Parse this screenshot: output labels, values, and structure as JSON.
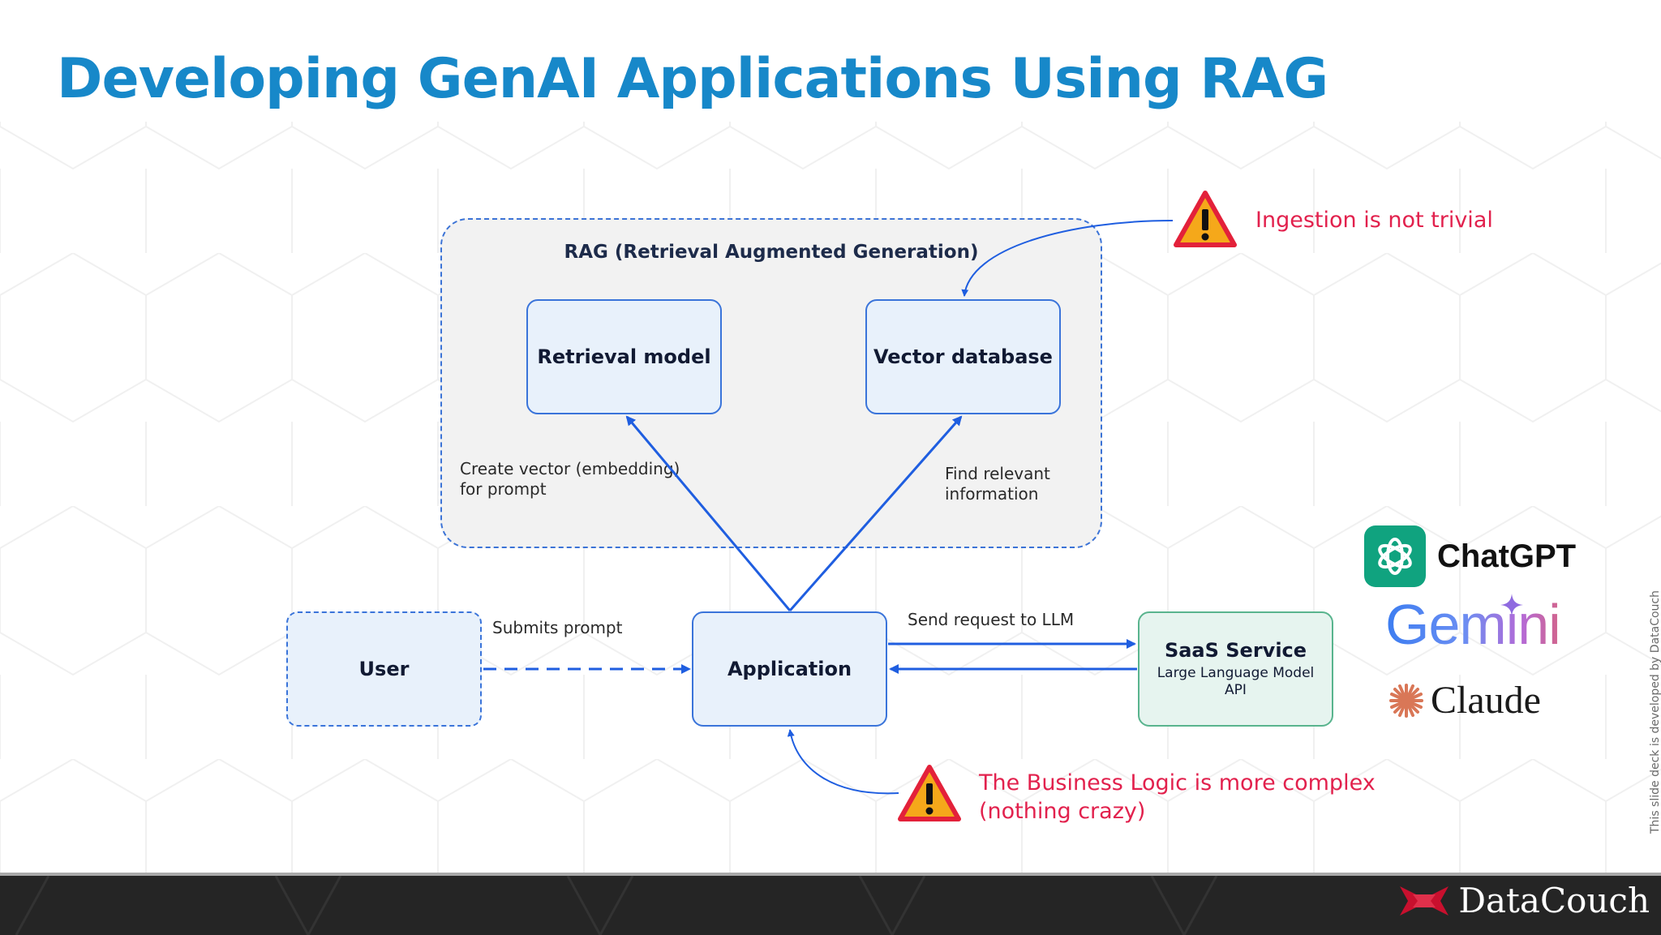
{
  "slide": {
    "title": "Developing GenAI Applications Using RAG",
    "side_note": "This slide deck is developed by DataCouch"
  },
  "diagram": {
    "container_title": "RAG (Retrieval Augmented Generation)",
    "nodes": {
      "retrieval": "Retrieval model",
      "vector_db": "Vector database",
      "user": "User",
      "application": "Application",
      "saas_title": "SaaS Service",
      "saas_sub1": "Large Language Model",
      "saas_sub2": "API"
    },
    "edge_labels": {
      "create_vector_line1": "Create vector (embedding)",
      "create_vector_line2": "for prompt",
      "find_relevant_line1": "Find relevant",
      "find_relevant_line2": "information",
      "submits_prompt": "Submits prompt",
      "send_request": "Send request to LLM"
    },
    "warnings": {
      "ingestion": "Ingestion is not trivial",
      "business_line1": "The Business Logic is more complex",
      "business_line2": "(nothing crazy)"
    }
  },
  "brands": {
    "chatgpt": "ChatGPT",
    "gemini": "Gemini",
    "claude": "Claude"
  },
  "footer": {
    "company": "DataCouch"
  },
  "colors": {
    "title": "#1788c9",
    "arrow": "#1f5ee0",
    "warning_text": "#e2214d",
    "footer_bg": "#252525",
    "chatgpt_green": "#10a37f",
    "claude_orange": "#d97757"
  }
}
